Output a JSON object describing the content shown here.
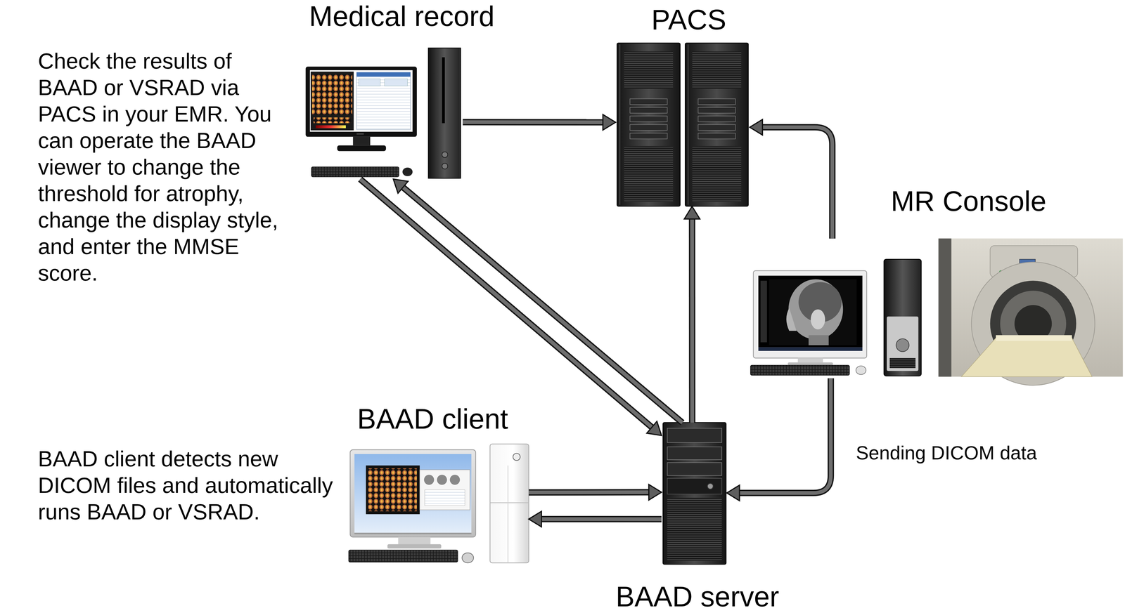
{
  "diagram": {
    "nodes": [
      {
        "text": [
          "Medical record"
        ]
      },
      {
        "text": [
          "PACS"
        ]
      },
      {
        "text": [
          "MR Console"
        ]
      },
      {
        "text": [
          "BAAD client"
        ]
      },
      {
        "text": [
          "BAAD server"
        ]
      }
    ],
    "edges": [
      {
        "from": 0,
        "to": 1,
        "arrow": "to"
      },
      {
        "from": 2,
        "to": 1,
        "arrow": "to"
      },
      {
        "from": 4,
        "to": 1,
        "arrow": "to"
      },
      {
        "from": 2,
        "to": 4,
        "label": "Sending DICOM data",
        "arrow": "to"
      },
      {
        "from": 4,
        "to": 0,
        "arrow": "to"
      },
      {
        "from": 0,
        "to": 4,
        "arrow": "to"
      },
      {
        "from": 3,
        "to": 4,
        "arrow": "to"
      },
      {
        "from": 4,
        "to": 3,
        "arrow": "to"
      }
    ],
    "labels": [
      "Check the results of BAAD or VSRAD via PACS in your EMR. You can operate the BAAD viewer to change the threshold for atrophy, change the display style, and enter the MMSE score.",
      "BAAD client detects new DICOM files and automatically runs BAAD or VSRAD."
    ]
  }
}
